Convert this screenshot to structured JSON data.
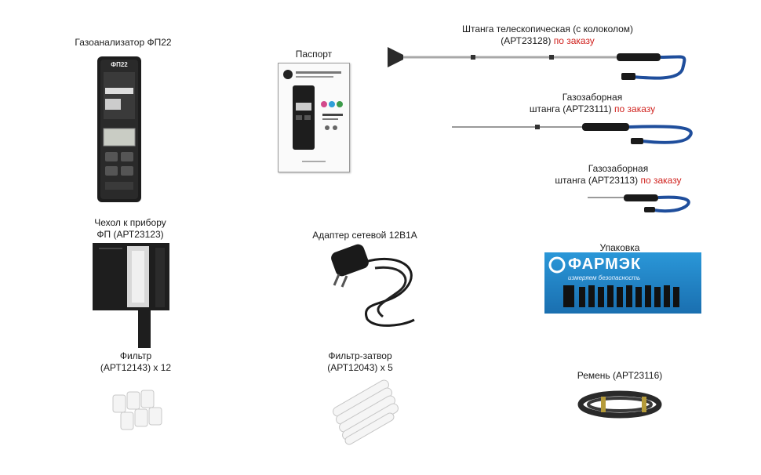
{
  "items": {
    "analyzer": {
      "title": "Газоанализатор ФП22",
      "device_brand": "ФП22"
    },
    "passport": {
      "title": "Паспорт"
    },
    "rod_telescopic": {
      "line1": "Штанга телескопическая (с колоколом)",
      "code": "(АРТ23128)",
      "order": "по заказу"
    },
    "rod_111": {
      "line1": "Газозаборная",
      "line2": "штанга (АРТ23111)",
      "order": "по заказу"
    },
    "rod_113": {
      "line1": "Газозаборная",
      "line2": "штанга (АРТ23113)",
      "order": "по заказу"
    },
    "case": {
      "line1": "Чехол к прибору",
      "line2": "ФП (АРТ23123)"
    },
    "adapter": {
      "title": "Адаптер сетевой 12В1А"
    },
    "packaging": {
      "title": "Упаковка",
      "brand": "ФАРМЭК",
      "slogan": "измеряем безопасность"
    },
    "filter": {
      "line1": "Фильтр",
      "line2": "(АРТ12143)  x 12"
    },
    "filter_valve": {
      "line1": "Фильтр-затвор",
      "line2": "(АРТ12043) x 5"
    },
    "strap": {
      "title": "Ремень (АРТ23116)"
    }
  },
  "colors": {
    "order_red": "#d0211d",
    "pack_blue": "#1c86c9",
    "hose_blue": "#1f4e9c"
  }
}
